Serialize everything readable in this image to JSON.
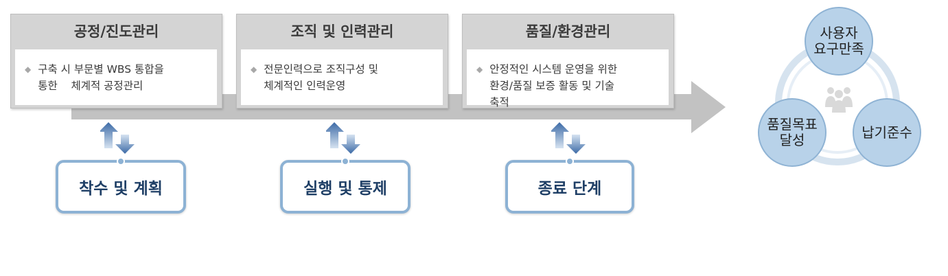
{
  "phases": [
    {
      "title": "공정/진도관리",
      "lines": [
        "구축 시 부문별 WBS 통합을",
        "통한    체계적 공정관리"
      ],
      "stage": "착수 및 계획"
    },
    {
      "title": "조직 및 인력관리",
      "lines": [
        "전문인력으로 조직구성 및",
        "체계적인 인력운영"
      ],
      "stage": "실행 및 통제"
    },
    {
      "title": "품질/환경관리",
      "lines": [
        "안정적인 시스템 운영을 위한",
        "환경/품질 보증 활동 및 기술",
        "축적"
      ],
      "stage": "종료 단계"
    }
  ],
  "goals": {
    "top": [
      "사용자",
      "요구만족"
    ],
    "left": [
      "품질목표",
      "달성"
    ],
    "right": [
      "납기준수"
    ]
  },
  "colors": {
    "card_header": "#d4d4d4",
    "arrow": "#c2c2c2",
    "stage_border": "#8db2d4",
    "stage_text": "#1f3f66",
    "circle_fill": "#b8d2e9",
    "ring": "#c9d9e8"
  },
  "icons": {
    "bullet": "diamond-bullet-icon",
    "connector": "up-down-arrows-icon",
    "center": "people-group-icon"
  }
}
